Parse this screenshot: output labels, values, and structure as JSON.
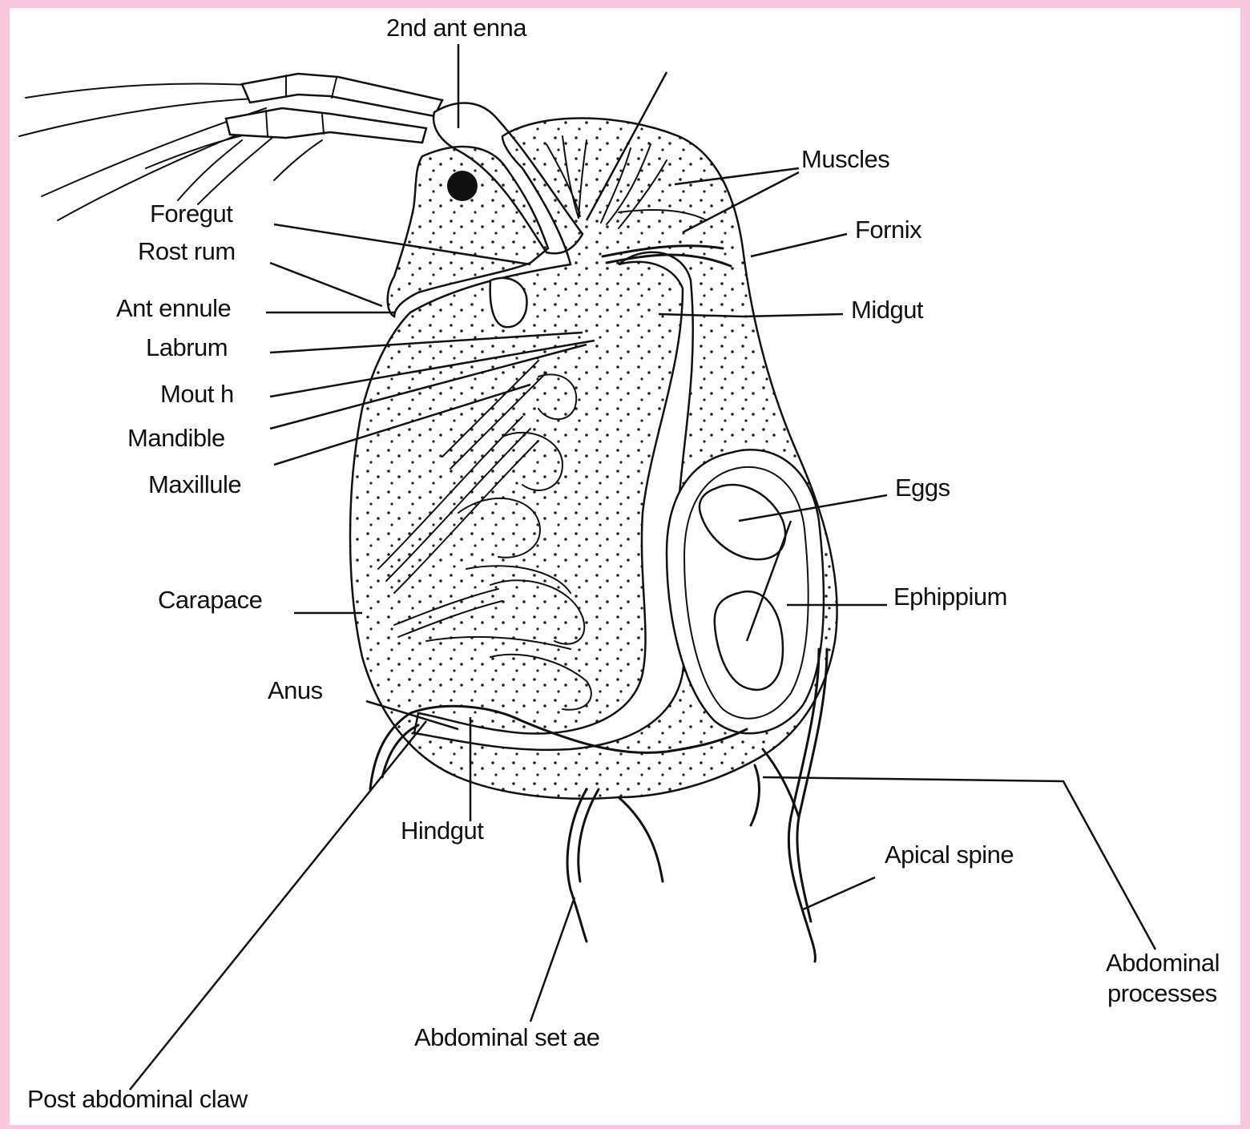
{
  "diagram": {
    "labels": {
      "second_antenna": "2nd ant enna",
      "muscles": "Muscles",
      "foregut": "Foregut",
      "rostrum": "Rost rum",
      "fornix": "Fornix",
      "antennule": "Ant ennule",
      "midgut": "Midgut",
      "labrum": "Labrum",
      "mouth": "Mout h",
      "mandible": "Mandible",
      "maxillule": "Maxillule",
      "eggs": "Eggs",
      "carapace": "Carapace",
      "ephippium": "Ephippium",
      "anus": "Anus",
      "hindgut": "Hindgut",
      "apical_spine": "Apical spine",
      "abdominal_processes_line1": "Abdominal",
      "abdominal_processes_line2": "processes",
      "abdominal_setae": "Abdominal set ae",
      "post_abdominal_claw": "Post abdominal claw"
    }
  }
}
